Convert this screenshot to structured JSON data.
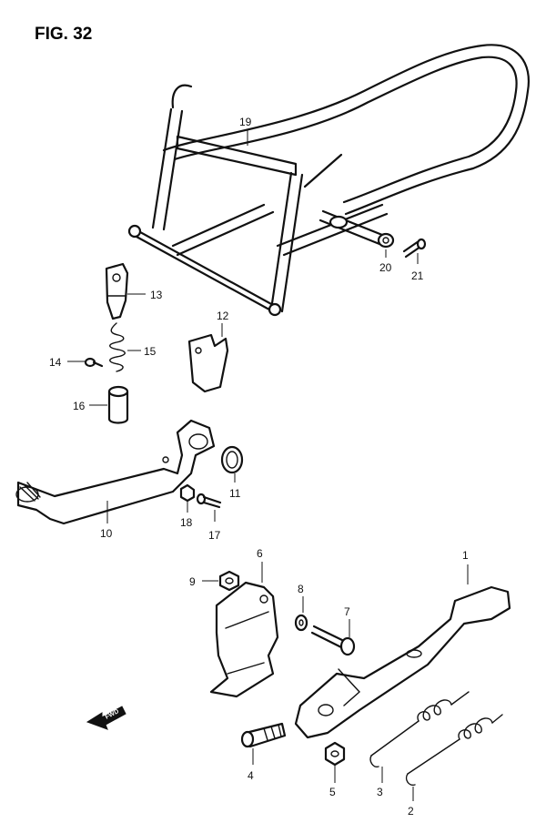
{
  "figure": {
    "title": "FIG. 32"
  },
  "fwd_label": "FWD",
  "parts": [
    {
      "id": "1",
      "label": "1"
    },
    {
      "id": "2",
      "label": "2"
    },
    {
      "id": "3",
      "label": "3"
    },
    {
      "id": "4",
      "label": "4"
    },
    {
      "id": "5",
      "label": "5"
    },
    {
      "id": "6",
      "label": "6"
    },
    {
      "id": "7",
      "label": "7"
    },
    {
      "id": "8",
      "label": "8"
    },
    {
      "id": "9",
      "label": "9"
    },
    {
      "id": "10",
      "label": "10"
    },
    {
      "id": "11",
      "label": "11"
    },
    {
      "id": "12",
      "label": "12"
    },
    {
      "id": "13",
      "label": "13"
    },
    {
      "id": "14",
      "label": "14"
    },
    {
      "id": "15",
      "label": "15"
    },
    {
      "id": "16",
      "label": "16"
    },
    {
      "id": "17",
      "label": "17"
    },
    {
      "id": "18",
      "label": "18"
    },
    {
      "id": "19",
      "label": "19"
    },
    {
      "id": "20",
      "label": "20"
    },
    {
      "id": "21",
      "label": "21"
    }
  ]
}
